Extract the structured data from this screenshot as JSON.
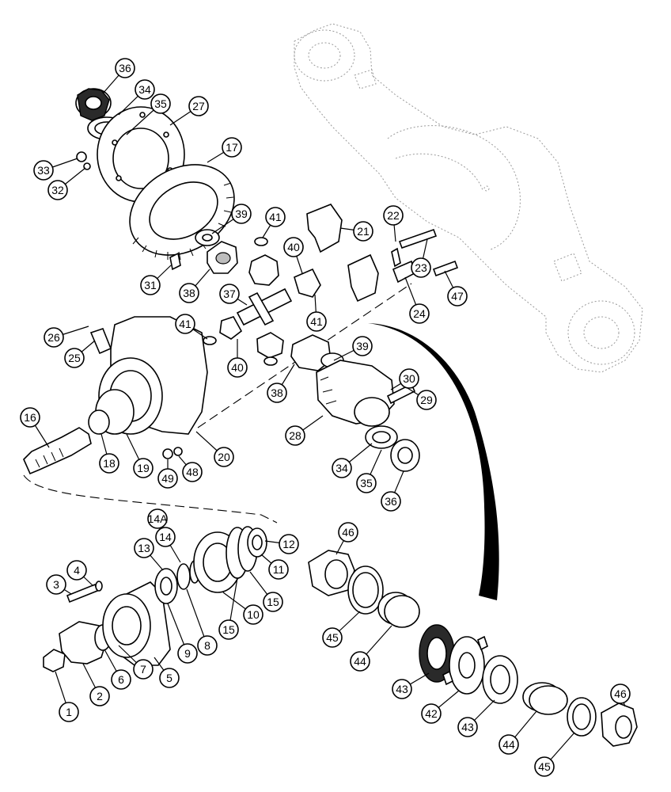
{
  "diagram": {
    "callouts": [
      {
        "label": "36"
      },
      {
        "label": "34"
      },
      {
        "label": "35"
      },
      {
        "label": "27"
      },
      {
        "label": "33"
      },
      {
        "label": "32"
      },
      {
        "label": "17"
      },
      {
        "label": "39"
      },
      {
        "label": "41"
      },
      {
        "label": "21"
      },
      {
        "label": "22"
      },
      {
        "label": "23"
      },
      {
        "label": "40"
      },
      {
        "label": "31"
      },
      {
        "label": "38"
      },
      {
        "label": "37"
      },
      {
        "label": "47"
      },
      {
        "label": "24"
      },
      {
        "label": "41"
      },
      {
        "label": "41"
      },
      {
        "label": "26"
      },
      {
        "label": "25"
      },
      {
        "label": "40"
      },
      {
        "label": "39"
      },
      {
        "label": "38"
      },
      {
        "label": "30"
      },
      {
        "label": "29"
      },
      {
        "label": "16"
      },
      {
        "label": "28"
      },
      {
        "label": "18"
      },
      {
        "label": "19"
      },
      {
        "label": "20"
      },
      {
        "label": "49"
      },
      {
        "label": "48"
      },
      {
        "label": "34"
      },
      {
        "label": "35"
      },
      {
        "label": "36"
      },
      {
        "label": "14A"
      },
      {
        "label": "14"
      },
      {
        "label": "13"
      },
      {
        "label": "12"
      },
      {
        "label": "46"
      },
      {
        "label": "4"
      },
      {
        "label": "11"
      },
      {
        "label": "3"
      },
      {
        "label": "15"
      },
      {
        "label": "9"
      },
      {
        "label": "8"
      },
      {
        "label": "15"
      },
      {
        "label": "10"
      },
      {
        "label": "45"
      },
      {
        "label": "7"
      },
      {
        "label": "6"
      },
      {
        "label": "5"
      },
      {
        "label": "44"
      },
      {
        "label": "2"
      },
      {
        "label": "43"
      },
      {
        "label": "1"
      },
      {
        "label": "42"
      },
      {
        "label": "43"
      },
      {
        "label": "46"
      },
      {
        "label": "44"
      },
      {
        "label": "45"
      }
    ]
  }
}
